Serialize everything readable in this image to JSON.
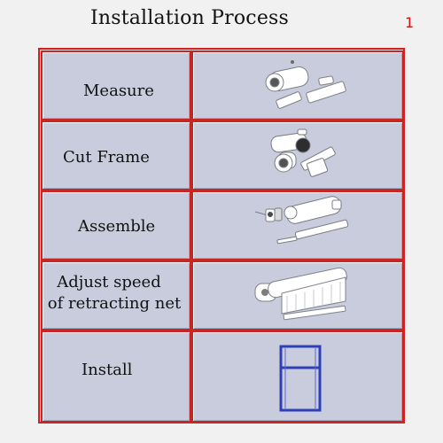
{
  "page": {
    "title": "Installation Process",
    "page_mark": "1"
  },
  "steps": [
    {
      "label_lines": [
        "Measure"
      ],
      "illustration": "frame-parts-illustration"
    },
    {
      "label_lines": [
        "Cut Frame"
      ],
      "illustration": "cut-frame-illustration"
    },
    {
      "label_lines": [
        "Assemble"
      ],
      "illustration": "assembly-illustration"
    },
    {
      "label_lines": [
        "Adjust speed",
        "of retracting net"
      ],
      "illustration": "retracting-net-illustration"
    },
    {
      "label_lines": [
        "Install"
      ],
      "illustration": "installed-frame-illustration"
    }
  ]
}
